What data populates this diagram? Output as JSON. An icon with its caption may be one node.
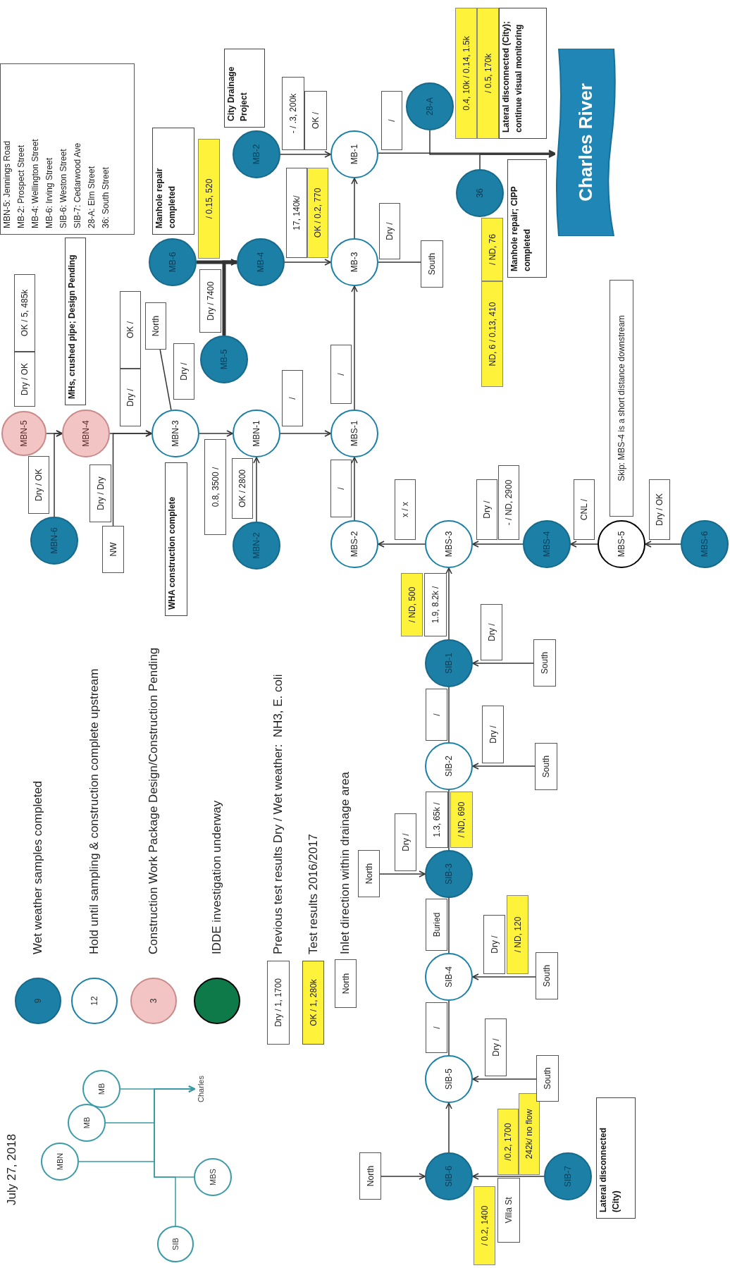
{
  "diagram": {
    "title": "July 27, 2018",
    "nodes": [
      {
        "text": [
          "MBN"
        ]
      },
      {
        "text": [
          "MB"
        ]
      },
      {
        "text": [
          "MB"
        ]
      },
      {
        "text": [
          "SIB"
        ]
      },
      {
        "text": [
          "MBS"
        ]
      },
      {
        "text": [
          "Charles"
        ]
      },
      {
        "text": [
          "MBN-5: Jennings Road",
          "MB-2: Prospect Street",
          "MB-4: Wellington Street",
          "MB-6: Irving Street",
          "SIB-6: Weston Street",
          "SIB-7: Cedarwood Ave",
          "28-A: Elm Street",
          "36: South Street"
        ]
      },
      {
        "text": [
          "MBN-5"
        ]
      },
      {
        "text": [
          "Dry / OK"
        ]
      },
      {
        "text": [
          "OK / 5, 485k"
        ]
      },
      {
        "text": [
          "MBN-6"
        ]
      },
      {
        "text": [
          "Dry / OK"
        ]
      },
      {
        "text": [
          "MBN-4"
        ]
      },
      {
        "text": [
          "MHs, crushed pipe; Design Pending"
        ]
      },
      {
        "text": [
          "NW"
        ]
      },
      {
        "text": [
          "Dry / Dry"
        ]
      },
      {
        "text": [
          "Dry /"
        ]
      },
      {
        "text": [
          "OK /"
        ]
      },
      {
        "text": [
          "MBN-3"
        ]
      },
      {
        "text": [
          "WHA construction complete"
        ]
      },
      {
        "text": [
          "North"
        ]
      },
      {
        "text": [
          "Dry /"
        ]
      },
      {
        "text": [
          "0.8, 3500 /"
        ]
      },
      {
        "text": [
          "MBN-2"
        ]
      },
      {
        "text": [
          "OK / 2800"
        ]
      },
      {
        "text": [
          "MBN-1"
        ]
      },
      {
        "text": [
          "/"
        ]
      },
      {
        "text": [
          "MBS-1"
        ]
      },
      {
        "text": [
          "/"
        ]
      },
      {
        "text": [
          "/"
        ]
      },
      {
        "text": [
          "MBS-2"
        ]
      },
      {
        "text": [
          "x / x"
        ]
      },
      {
        "text": [
          "MBS-3"
        ]
      },
      {
        "text": [
          "Dry /"
        ]
      },
      {
        "text": [
          "- / ND, 2900"
        ]
      },
      {
        "text": [
          "MBS-4"
        ]
      },
      {
        "text": [
          "CNL /"
        ]
      },
      {
        "text": [
          "MBS-5"
        ]
      },
      {
        "text": [
          "Skip: MBS-4 is a short distance downstream"
        ]
      },
      {
        "text": [
          "Dry / OK"
        ]
      },
      {
        "text": [
          "MBS-6"
        ]
      },
      {
        "text": [
          "/ 0.2, 1400"
        ]
      },
      {
        "text": [
          "Villa St"
        ]
      },
      {
        "text": [
          "/0.2, 1700"
        ]
      },
      {
        "text": [
          "242k/ no flow"
        ]
      },
      {
        "text": [
          "SIB-7"
        ]
      },
      {
        "text": [
          "Lateral disconnected (City)"
        ]
      },
      {
        "text": [
          "North"
        ]
      },
      {
        "text": [
          "SIB-6"
        ]
      },
      {
        "text": [
          "SIB-5"
        ]
      },
      {
        "text": [
          "Dry /"
        ]
      },
      {
        "text": [
          "South"
        ]
      },
      {
        "text": [
          "/"
        ]
      },
      {
        "text": [
          "SIB-4"
        ]
      },
      {
        "text": [
          "Dry /"
        ]
      },
      {
        "text": [
          "/ ND, 120"
        ]
      },
      {
        "text": [
          "South"
        ]
      },
      {
        "text": [
          "Buried"
        ]
      },
      {
        "text": [
          "North"
        ]
      },
      {
        "text": [
          "Dry /"
        ]
      },
      {
        "text": [
          "SIB-3"
        ]
      },
      {
        "text": [
          "1.3, 65k /"
        ]
      },
      {
        "text": [
          "/ ND, 690"
        ]
      },
      {
        "text": [
          "SIB-2"
        ]
      },
      {
        "text": [
          "Dry /"
        ]
      },
      {
        "text": [
          "South"
        ]
      },
      {
        "text": [
          "/"
        ]
      },
      {
        "text": [
          "SIB-1"
        ]
      },
      {
        "text": [
          "Dry /"
        ]
      },
      {
        "text": [
          "South"
        ]
      },
      {
        "text": [
          "/ ND, 500"
        ]
      },
      {
        "text": [
          "1.9, 8.2k /"
        ]
      },
      {
        "text": [
          "Dry / 7400"
        ]
      },
      {
        "text": [
          "MB-5"
        ]
      },
      {
        "text": [
          "MB-6"
        ]
      },
      {
        "text": [
          "Manhole repair completed"
        ]
      },
      {
        "text": [
          "/ 0.15, 520"
        ]
      },
      {
        "text": [
          "MB-4"
        ]
      },
      {
        "text": [
          "17, 140k/"
        ]
      },
      {
        "text": [
          "OK / 0.2, 770"
        ]
      },
      {
        "text": [
          "MB-3"
        ]
      },
      {
        "text": [
          "Dry /"
        ]
      },
      {
        "text": [
          "South"
        ]
      },
      {
        "text": [
          "City Drainage Project"
        ]
      },
      {
        "text": [
          "MB-2"
        ]
      },
      {
        "text": [
          "- / .3, 200k"
        ]
      },
      {
        "text": [
          "OK /"
        ]
      },
      {
        "text": [
          "MB-1"
        ]
      },
      {
        "text": [
          "/"
        ]
      },
      {
        "text": [
          "28-A"
        ]
      },
      {
        "text": [
          "0.4, 10k / 0.14, 1.5k"
        ]
      },
      {
        "text": [
          "/ 0.5, 170k"
        ]
      },
      {
        "text": [
          "Lateral disconnected (City); continue visual monitoring"
        ]
      },
      {
        "text": [
          "36"
        ]
      },
      {
        "text": [
          "ND, 6 / 0.13, 410"
        ]
      },
      {
        "text": [
          "/ ND, 76"
        ]
      },
      {
        "text": [
          "Manhole repair; CIPP completed"
        ]
      },
      {
        "text": [
          "Charles River"
        ]
      }
    ],
    "edges": [
      {
        "from": 0,
        "to": 5,
        "arrow": "to",
        "color": "#3a9aa5"
      },
      {
        "from": 1,
        "to": 5,
        "arrow": "to",
        "color": "#3a9aa5"
      },
      {
        "from": 2,
        "to": 5,
        "arrow": "to",
        "color": "#3a9aa5"
      },
      {
        "from": 4,
        "to": 5,
        "arrow": "to",
        "color": "#3a9aa5"
      },
      {
        "from": 3,
        "to": 5,
        "arrow": "to",
        "color": "#3a9aa5"
      },
      {
        "from": 7,
        "to": 12,
        "arrow": "to"
      },
      {
        "from": 10,
        "to": 12,
        "arrow": "to"
      },
      {
        "from": 12,
        "to": 18,
        "arrow": "to"
      },
      {
        "from": 14,
        "to": 18,
        "arrow": "to"
      },
      {
        "from": 20,
        "to": 18,
        "arrow": "none"
      },
      {
        "from": 18,
        "to": 25,
        "arrow": "to"
      },
      {
        "from": 23,
        "to": 25,
        "arrow": "to"
      },
      {
        "from": 25,
        "to": 27,
        "arrow": "to"
      },
      {
        "from": 40,
        "to": 37,
        "arrow": "to"
      },
      {
        "from": 37,
        "to": 35,
        "arrow": "to"
      },
      {
        "from": 35,
        "to": 32,
        "arrow": "to"
      },
      {
        "from": 32,
        "to": 30,
        "arrow": "to"
      },
      {
        "from": 30,
        "to": 27,
        "arrow": "to"
      },
      {
        "from": 47,
        "to": 48,
        "arrow": "to"
      },
      {
        "from": 45,
        "to": 48,
        "arrow": "to"
      },
      {
        "from": 48,
        "to": 49,
        "arrow": "to"
      },
      {
        "from": 51,
        "to": 49,
        "arrow": "to"
      },
      {
        "from": 49,
        "to": 53,
        "arrow": "none"
      },
      {
        "from": 56,
        "to": 53,
        "arrow": "to"
      },
      {
        "from": 53,
        "to": 60,
        "arrow": "none"
      },
      {
        "from": 58,
        "to": 60,
        "arrow": "to"
      },
      {
        "from": 60,
        "to": 63,
        "arrow": "none"
      },
      {
        "from": 65,
        "to": 63,
        "arrow": "to"
      },
      {
        "from": 63,
        "to": 67,
        "arrow": "none"
      },
      {
        "from": 69,
        "to": 67,
        "arrow": "to"
      },
      {
        "from": 67,
        "to": 32,
        "arrow": "to"
      },
      {
        "from": 27,
        "to": 80,
        "arrow": "to"
      },
      {
        "from": 74,
        "to": 77,
        "arrow": "to",
        "style": "thick"
      },
      {
        "from": 73,
        "to": 77,
        "arrow": "to",
        "style": "thick"
      },
      {
        "from": 77,
        "to": 80,
        "arrow": "to"
      },
      {
        "from": 82,
        "to": 80,
        "arrow": "none"
      },
      {
        "from": 80,
        "to": 87,
        "arrow": "to"
      },
      {
        "from": 84,
        "to": 87,
        "arrow": "to"
      },
      {
        "from": 87,
        "to": 97,
        "arrow": "to"
      },
      {
        "from": 89,
        "to": 97,
        "arrow": "to"
      },
      {
        "from": 93,
        "to": 97,
        "arrow": "to"
      }
    ],
    "labels": [
      "9",
      "12",
      "3",
      "Dry / 1, 1700",
      "OK / 1, 280k",
      "North"
    ],
    "legend": [
      {
        "text": "Wet weather samples completed",
        "color": "#1b7fa6"
      },
      {
        "text": "Hold until sampling & construction complete upstream",
        "color": "#ffffff"
      },
      {
        "text": "Construction Work Package Design/Construction Pending",
        "color": "#f2c4c4"
      },
      {
        "text": "IDDE investigation underway",
        "color": "#0e7a4a"
      },
      {
        "text": "Previous test results Dry / Wet weather:  NH3, E. coli"
      },
      {
        "text": "Test results 2016/2017",
        "color": "#fff23a"
      },
      {
        "text": "Inlet direction within drainage area"
      }
    ]
  }
}
